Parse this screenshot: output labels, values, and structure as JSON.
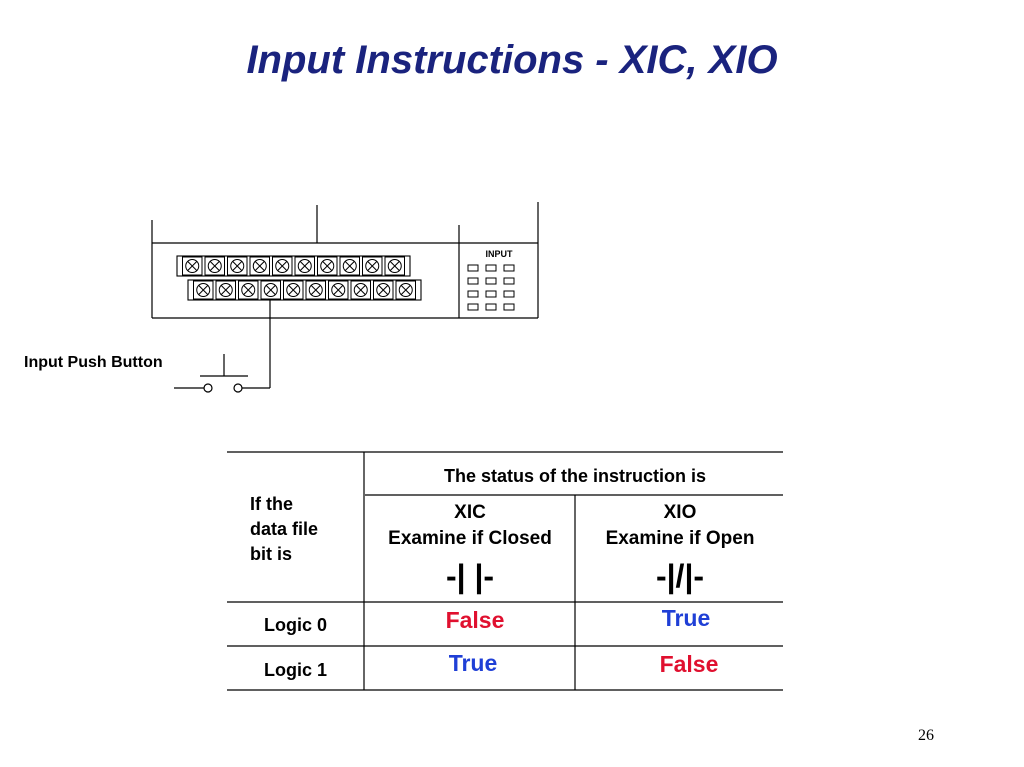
{
  "slide": {
    "title": "Input Instructions - XIC, XIO",
    "page_number": "26"
  },
  "diagram": {
    "module_label": "INPUT",
    "push_button_label": "Input Push Button",
    "terminal_row_top_count": 10,
    "terminal_row_bottom_count": 10,
    "led_rows": 4,
    "led_cols": 3
  },
  "truth_table": {
    "header": "The status of the instruction is",
    "row_header": [
      "If the",
      "data file",
      "bit is"
    ],
    "columns": [
      {
        "name": "XIC",
        "description": "Examine if Closed",
        "symbol": "-| |-"
      },
      {
        "name": "XIO",
        "description": "Examine if Open",
        "symbol": "-|/|-"
      }
    ],
    "rows": [
      {
        "label": "Logic 0",
        "xic": "False",
        "xio": "True"
      },
      {
        "label": "Logic 1",
        "xic": "True",
        "xio": "False"
      }
    ],
    "colors": {
      "true": "#1f3fd6",
      "false": "#e0102f"
    }
  }
}
